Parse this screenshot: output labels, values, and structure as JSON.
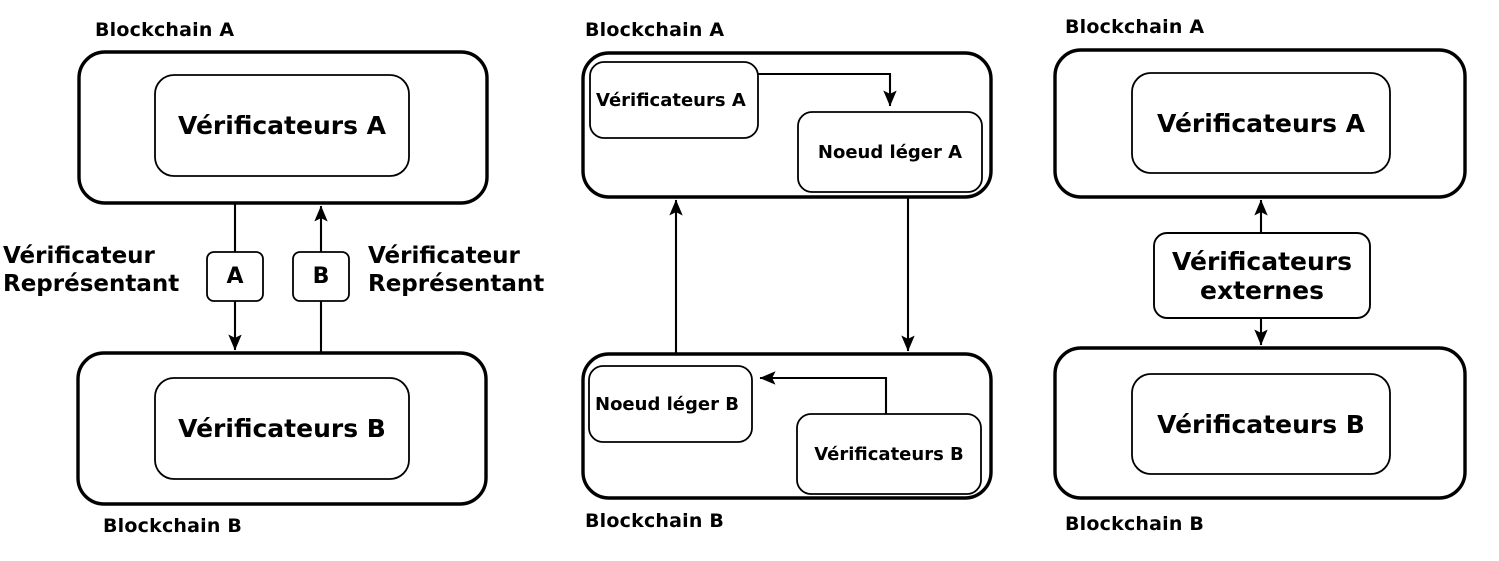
{
  "diagram": {
    "title_visible": false,
    "colors": {
      "stroke": "#000000",
      "background": "#ffffff",
      "text": "#000000"
    },
    "panels": [
      {
        "id": "panel-representative-verifier",
        "chain_a_label": "Blockchain A",
        "chain_b_label": "Blockchain B",
        "box_a_label": "Vérificateurs A",
        "box_b_label": "Vérificateurs B",
        "left_note": "Vérificateur\nReprésentant",
        "right_note": "Vérificateur\nReprésentant",
        "relay_a_label": "A",
        "relay_b_label": "B"
      },
      {
        "id": "panel-light-node",
        "chain_a_label": "Blockchain A",
        "chain_b_label": "Blockchain B",
        "verifiers_a_label": "Vérificateurs A",
        "light_node_a_label": "Noeud léger A",
        "light_node_b_label": "Noeud léger B",
        "verifiers_b_label": "Vérificateurs  B"
      },
      {
        "id": "panel-external-verifiers",
        "chain_a_label": "Blockchain A",
        "chain_b_label": "Blockchain B",
        "box_a_label": "Vérificateurs A",
        "box_b_label": "Vérificateurs B",
        "external_label_line1": "Vérificateurs",
        "external_label_line2": "externes"
      }
    ]
  }
}
